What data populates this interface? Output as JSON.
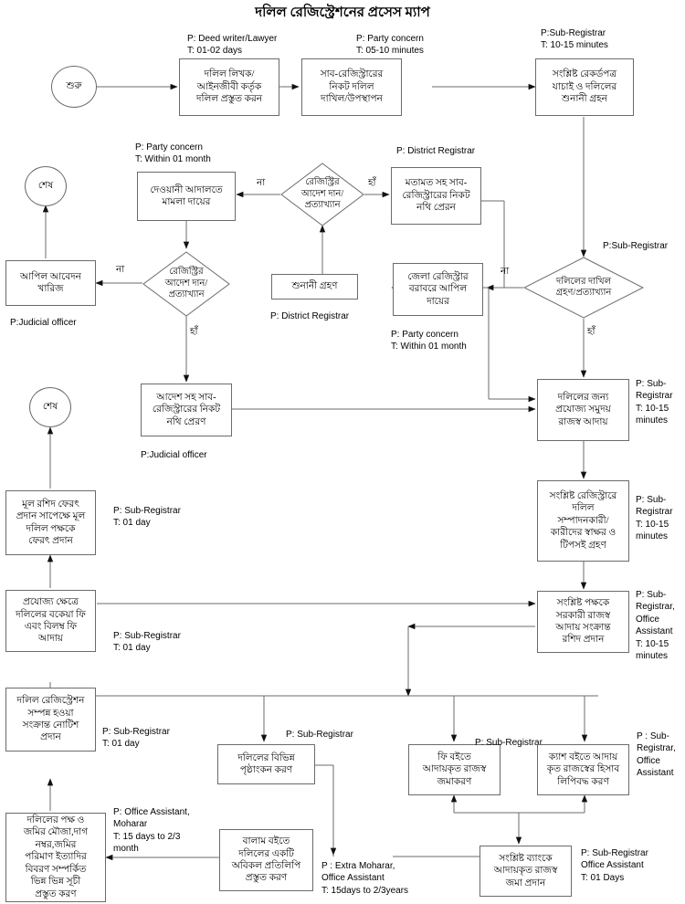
{
  "title": "দলিল রেজিস্ট্রেশনের প্রসেস ম্যাপ",
  "nodes": {
    "start": "শুরু",
    "deed_prepare": "দলিল লিখক/\nআইনজীবী কর্তৃক\nদলিল প্রস্তুত করন",
    "submit_subregistrar": "সাব-রেজিস্ট্রারের\nনিকট দলিল\nদাখিল/উপস্থাপন",
    "verify_records": "সংশ্লিষ্ট রেকর্ডপত্র\nযাচাই ও দলিলের\nশুনানী গ্রহন",
    "civil_court_case": "দেওয়ানী আদালতে\nমামলা দায়ের",
    "registrar_order_1": "রেজিস্ট্রির\nআদেশ দান/\nপ্রত্যাখ্যান",
    "opinion_to_subregistrar": "মতামত সহ সাব-\nরেজিস্ট্রারের নিকট\nনথি প্রেরন",
    "appeal_dismissed": "আপিল আবেদন\nখারিজ",
    "registrar_order_2": "রেজিস্ট্রির\nআদেশ দান/\nপ্রত্যাখ্যান",
    "hearing": "শুনানী গ্রহণ",
    "district_registrar_appeal": "জেলা রেজিস্ট্রার\nবরাবরে আপিল\nদায়ের",
    "deed_accept_reject": "দলিলের দাখিল\nগ্রহণ/প্রত্যাখ্যান",
    "end_top": "শেষ",
    "end_mid": "শেষ",
    "order_to_subregistrar": "আদেশ সহ সাব-\nরেজিস্ট্রারের নিকট\nনথি প্রেরণ",
    "collect_revenue": "দলিলের জন্য\nপ্রযোজ্য সমুদয়\nরাজস্ব আদায়",
    "signature_collect": "সংশ্লিষ্ট রেজিস্ট্রারে\nদলিল\nসম্পাদনকারী/\nকারীদের স্বাক্ষর ও\nটিপসই গ্রহণ",
    "return_original": "মূল রশিদ ফেরৎ\nপ্রদান সাপেক্ষে মূল\nদলিল পক্ষকে\nফেরৎ প্রদান",
    "dues_late_fee": "প্রযোজ্য ক্ষেত্রে\nদলিলের বকেয়া ফি\nএবং বিলম্ব ফি\nআদায়",
    "receipt_issue": "সংশ্লিষ্ট পক্ষকে\nসরকারী রাজস্ব\nআদায় সংক্রান্ত\nরশিদ প্রদান",
    "registration_notice": "দলিল রেজিস্ট্রেশন\nসম্পন্ন হওয়া\nসংক্রান্ত নোটিশ\nপ্রদান",
    "index_prepare": "দলিলের পক্ষ ও\nজমির মৌজা,দাগ\nনম্বর,জমির\nপরিমাণ ইত্যাদির\nবিবরণ সম্পর্কিত\nভিন্ন ভিন্ন সূচী\nপ্রস্তুত করণ",
    "page_marking": "দলিলের বিভিন্ন\nপৃষ্ঠাংকন করণ",
    "fee_book_entry": "ফি বইতে\nআদায়কৃত রাজস্ব\nজমাকরণ",
    "cash_book_entry": "ক্যাশ বইতে আদায়\nকৃত রাজস্বের হিসাব\nলিপিবদ্ধ করণ",
    "balam_copy": "বালাম বইতে\nদলিলের একটি\nঅবিকল প্রতিলিপি\nপ্রস্তুত করণ",
    "bank_deposit": "সংশ্লিষ্ট ব্যাংকে\nআদায়কৃত রাজস্ব\nজমা প্রদান"
  },
  "notes": {
    "deed_prepare": "P: Deed writer/Lawyer\nT: 01-02 days",
    "submit_subregistrar": "P: Party concern\nT: 05-10 minutes",
    "verify_records": "P:Sub-Registrar\nT: 10-15 minutes",
    "civil_court_case": "P: Party concern\nT: Within 01 month",
    "opinion_to_subregistrar": "P: District Registrar",
    "appeal_dismissed": "P:Judicial officer",
    "hearing": "P: District Registrar",
    "district_registrar_appeal": "P: Party concern\nT: Within 01 month",
    "deed_accept_reject": "P:Sub-Registrar",
    "order_to_subregistrar": "P:Judicial officer",
    "collect_revenue": "P: Sub-\nRegistrar\nT: 10-15\nminutes",
    "signature_collect": "P: Sub-\nRegistrar\nT: 10-15\nminutes",
    "return_original": "P: Sub-Registrar\nT: 01 day",
    "dues_late_fee": "P: Sub-Registrar\nT: 01 day",
    "receipt_issue": "P: Sub-\nRegistrar,\nOffice\nAssistant\nT: 10-15\nminutes",
    "registration_notice": "P: Sub-Registrar\nT: 01 day",
    "index_prepare": "P: Office Assistant,\nMoharar\nT: 15 days to 2/3\nmonth",
    "page_marking": "P: Sub-Registrar",
    "fee_book_entry": "P: Sub-Registrar",
    "cash_book_entry": "P : Sub-\nRegistrar,\nOffice\nAssistant",
    "balam_copy": "P : Extra Moharar,\nOffice Assistant\nT: 15days to 2/3years",
    "bank_deposit": "P: Sub-Registrar\nOffice Assistant\nT: 01 Days"
  },
  "edge_labels": {
    "no_1": "না",
    "yes_1": "হাঁ",
    "no_2": "না",
    "yes_2": "হাঁ",
    "no_3": "না",
    "yes_3": "হাঁ"
  },
  "colors": {
    "stroke": "#6b6b6b",
    "text": "#000000",
    "background": "#ffffff"
  }
}
